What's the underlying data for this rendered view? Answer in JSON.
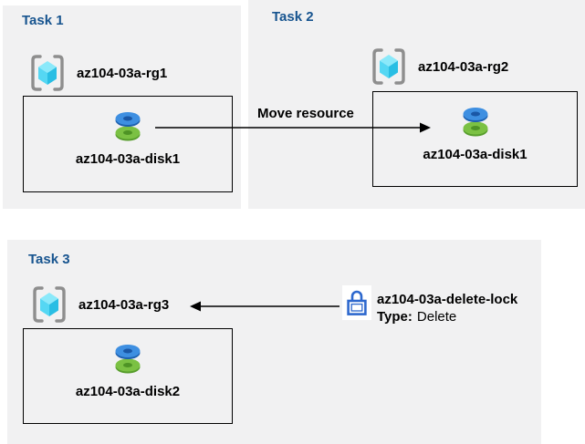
{
  "diagram": {
    "tasks": [
      {
        "title": "Task 1",
        "resource_group": "az104-03a-rg1",
        "resource": "az104-03a-disk1"
      },
      {
        "title": "Task 2",
        "resource_group": "az104-03a-rg2",
        "resource": "az104-03a-disk1"
      },
      {
        "title": "Task 3",
        "resource_group": "az104-03a-rg3",
        "resource": "az104-03a-disk2"
      }
    ],
    "move_arrow": {
      "label": "Move resource",
      "direction": "left-to-right"
    },
    "lock": {
      "name": "az104-03a-delete-lock",
      "type_label": "Type:",
      "type_value": "Delete"
    },
    "icons": {
      "resource_group": "resource-group-icon",
      "disk": "managed-disk-icon",
      "lock": "lock-icon"
    },
    "colors": {
      "panel_bg": "#F1F1F2",
      "title_blue": "#17548F",
      "text_black": "#000000",
      "box_border": "#000000",
      "lock_blue": "#2D68CE",
      "bracket_gray": "#8E8E8E",
      "cube_top": "#8BE9FA",
      "cube_left": "#55D7F3",
      "cube_right": "#29BEE4",
      "disk_blue_top": "#3E8FE1",
      "disk_blue_rim": "#1D60AF",
      "disk_green_top": "#7BC143",
      "disk_green_rim": "#579D2C"
    }
  }
}
